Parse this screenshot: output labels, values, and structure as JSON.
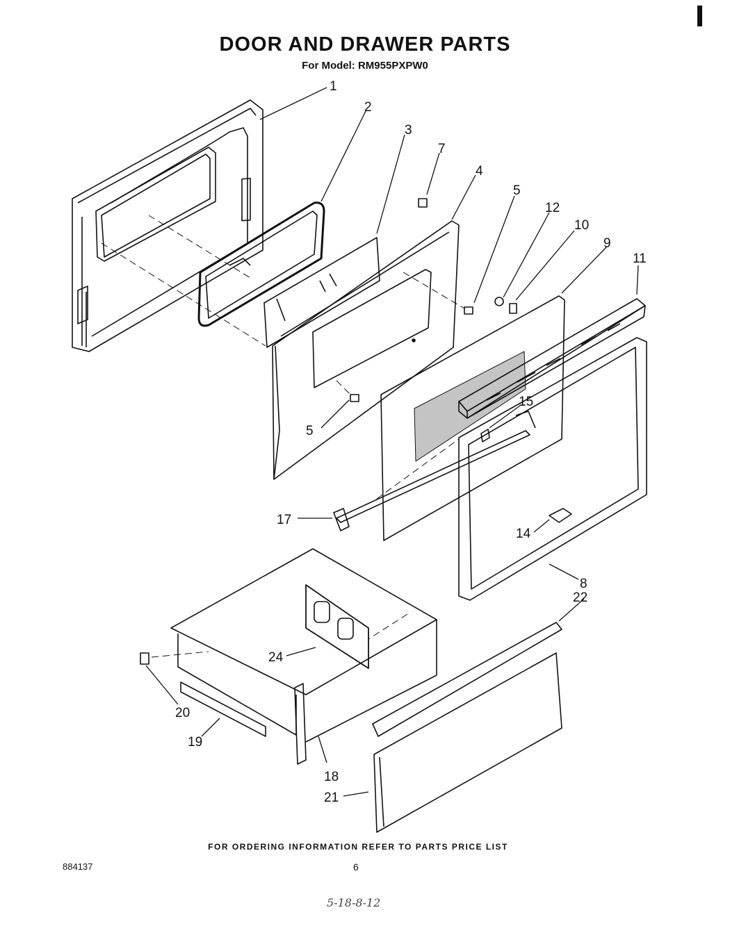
{
  "header": {
    "title": "DOOR AND DRAWER PARTS",
    "model_line": "For Model: RM955PXPW0"
  },
  "callouts": [
    {
      "id": "c1",
      "label": "1"
    },
    {
      "id": "c2",
      "label": "2"
    },
    {
      "id": "c3",
      "label": "3"
    },
    {
      "id": "c7",
      "label": "7"
    },
    {
      "id": "c4",
      "label": "4"
    },
    {
      "id": "c5a",
      "label": "5"
    },
    {
      "id": "c12",
      "label": "12"
    },
    {
      "id": "c10",
      "label": "10"
    },
    {
      "id": "c9",
      "label": "9"
    },
    {
      "id": "c11",
      "label": "11"
    },
    {
      "id": "c15",
      "label": "15"
    },
    {
      "id": "c5b",
      "label": "5"
    },
    {
      "id": "c17",
      "label": "17"
    },
    {
      "id": "c14",
      "label": "14"
    },
    {
      "id": "c8",
      "label": "8"
    },
    {
      "id": "c22",
      "label": "22"
    },
    {
      "id": "c24",
      "label": "24"
    },
    {
      "id": "c20",
      "label": "20"
    },
    {
      "id": "c19",
      "label": "19"
    },
    {
      "id": "c18",
      "label": "18"
    },
    {
      "id": "c21",
      "label": "21"
    }
  ],
  "footer": {
    "ordering_note": "FOR ORDERING INFORMATION REFER TO PARTS PRICE LIST",
    "doc_number": "884137",
    "page_number": "6",
    "handwritten_note": "5-18-8-12"
  }
}
